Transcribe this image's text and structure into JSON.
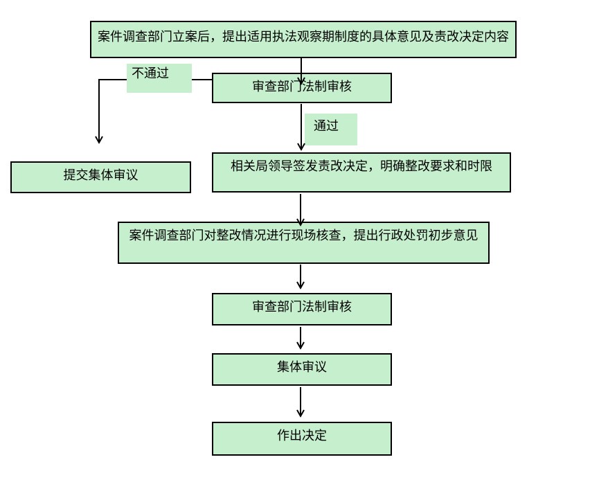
{
  "diagram": {
    "colors": {
      "node_fill": "#c6efce",
      "node_border": "#000000",
      "connector": "#000000",
      "background": "#ffffff",
      "text": "#000000"
    },
    "nodes": {
      "step1": "案件调查部门立案后，提出适用执法观察期制度的具体意见及责改决定内容",
      "legal_review_1": "审查部门法制审核",
      "submit_collective_review": "提交集体审议",
      "issue_decision": "相关局领导签发责改决定，明确整改要求和时限",
      "onsite_verification": "案件调查部门对整改情况进行现场核查，提出行政处罚初步意见",
      "legal_review_2": "审查部门法制审核",
      "collective_review": "集体审议",
      "make_decision": "作出决定"
    },
    "edge_labels": {
      "fail": "不通过",
      "pass": "通过"
    },
    "edges": [
      {
        "from": "step1",
        "to": "legal_review_1",
        "label": ""
      },
      {
        "from": "legal_review_1",
        "to": "submit_collective_review",
        "label": "不通过"
      },
      {
        "from": "legal_review_1",
        "to": "issue_decision",
        "label": "通过"
      },
      {
        "from": "issue_decision",
        "to": "onsite_verification",
        "label": ""
      },
      {
        "from": "onsite_verification",
        "to": "legal_review_2",
        "label": ""
      },
      {
        "from": "legal_review_2",
        "to": "collective_review",
        "label": ""
      },
      {
        "from": "collective_review",
        "to": "make_decision",
        "label": ""
      }
    ]
  }
}
